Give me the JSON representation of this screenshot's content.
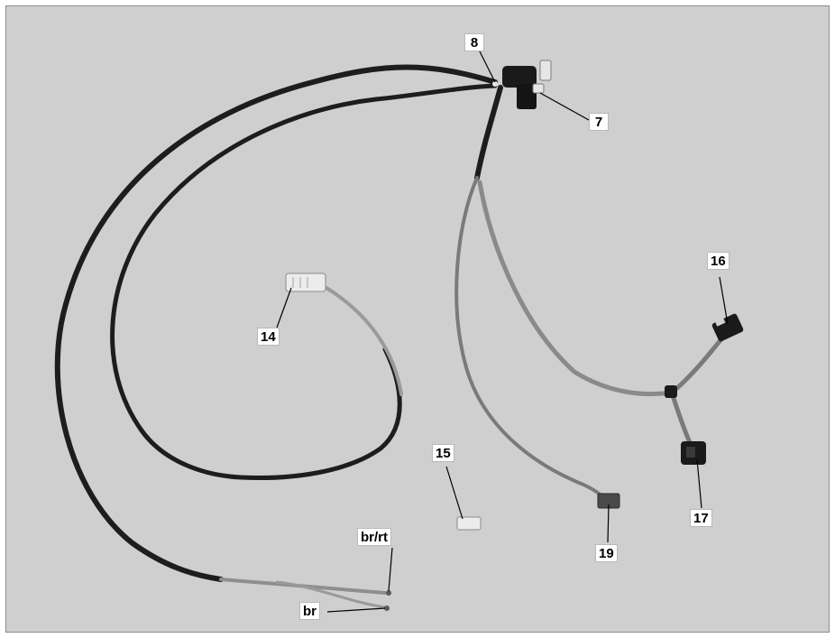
{
  "colors": {
    "background": "#cfcfcf",
    "border": "#8c8c8c",
    "wire_dark": "#1d1d1d",
    "wire_light": "#8e8e8e",
    "connector_dark": "#1a1a1a",
    "connector_light": "#e6e6e6",
    "label_bg": "#ffffff"
  },
  "callouts": {
    "c8": "8",
    "c7": "7",
    "c16": "16",
    "c14": "14",
    "c15": "15",
    "c17": "17",
    "c19": "19",
    "br_rt": "br/rt",
    "br": "br"
  }
}
